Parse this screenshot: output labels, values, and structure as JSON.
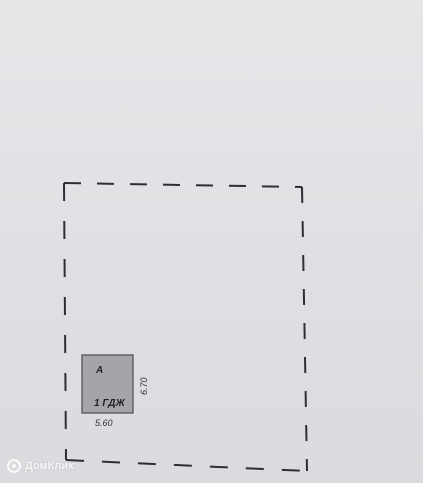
{
  "plot": {
    "building_letter": "А",
    "building_label": "1 ГДЖ",
    "width_dimension": "5.60",
    "height_dimension": "6.70"
  },
  "watermark": {
    "text": "ДомКлик"
  },
  "colors": {
    "background": "#dfe1e4",
    "building_fill": "#a3a5a9",
    "building_border": "#4a4b4e",
    "dash_line": "#2e2f33"
  }
}
